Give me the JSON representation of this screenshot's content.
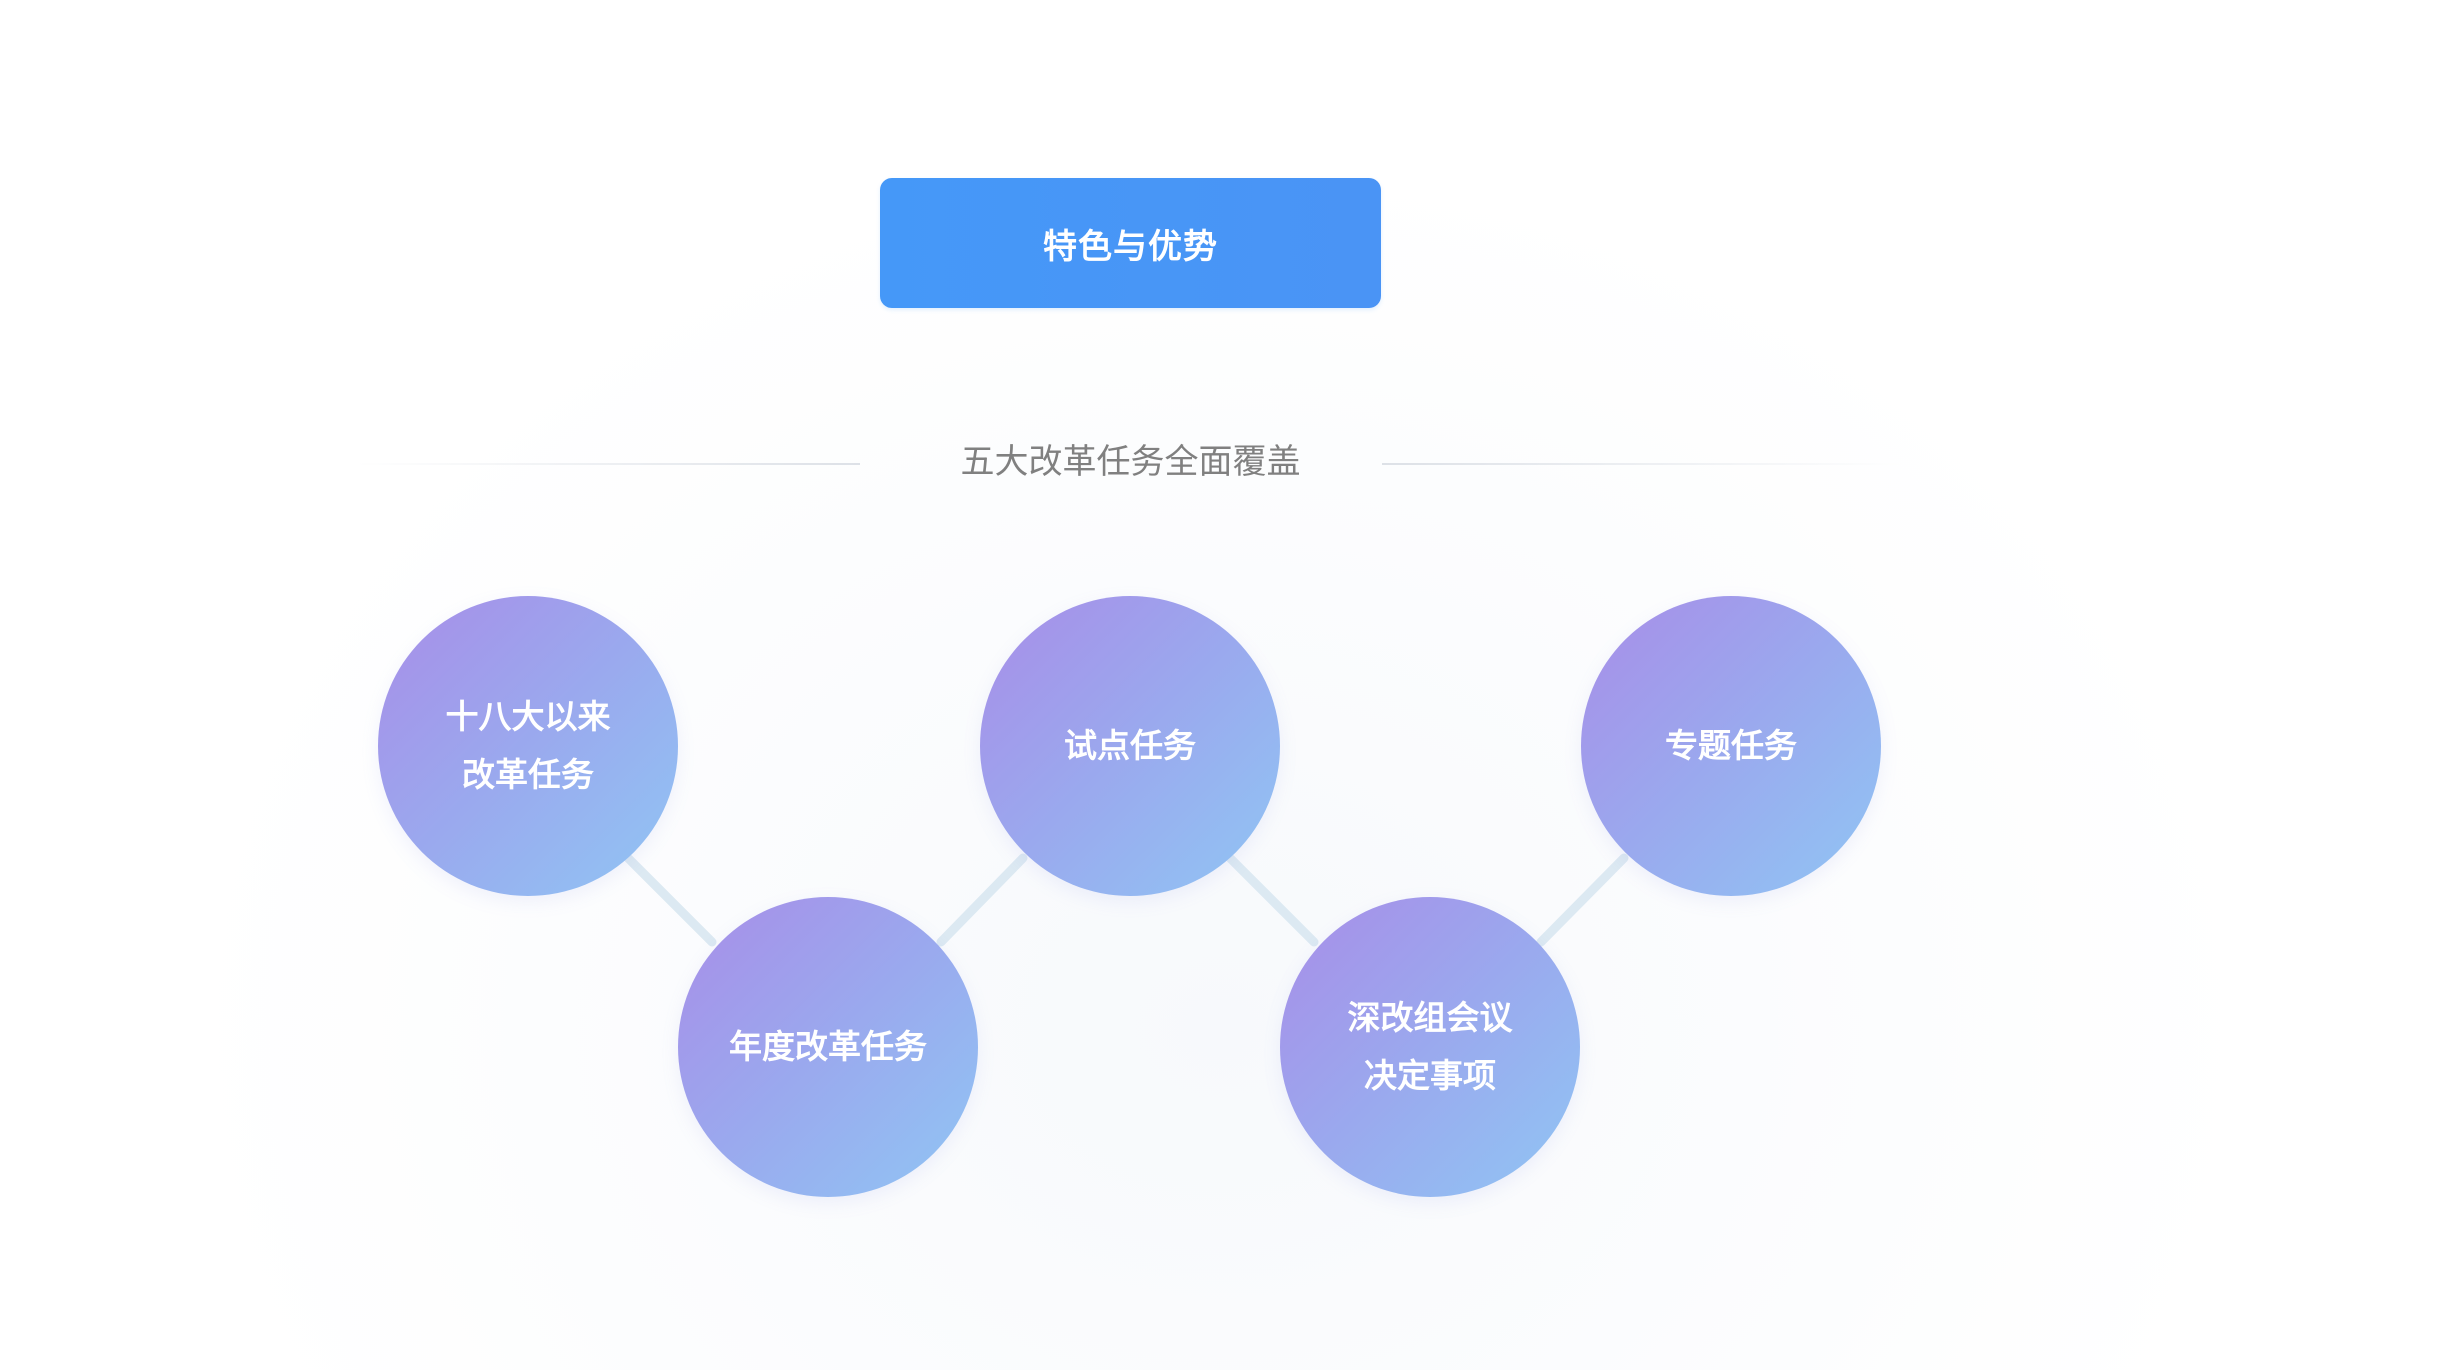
{
  "header": {
    "title": "特色与优势",
    "subtitle": "五大改革任务全面覆盖"
  },
  "colors": {
    "title_button": "#4598f8",
    "circle_gradient_start": "#a88de8",
    "circle_gradient_end": "#90c6f4",
    "connector": "#dce9f2",
    "subtitle_text": "#808080"
  },
  "diagram": {
    "nodes": [
      {
        "line1": "十八大以来",
        "line2": "改革任务"
      },
      {
        "line1": "年度改革任务",
        "line2": ""
      },
      {
        "line1": "试点任务",
        "line2": ""
      },
      {
        "line1": "深改组会议",
        "line2": "决定事项"
      },
      {
        "line1": "专题任务",
        "line2": ""
      }
    ]
  }
}
